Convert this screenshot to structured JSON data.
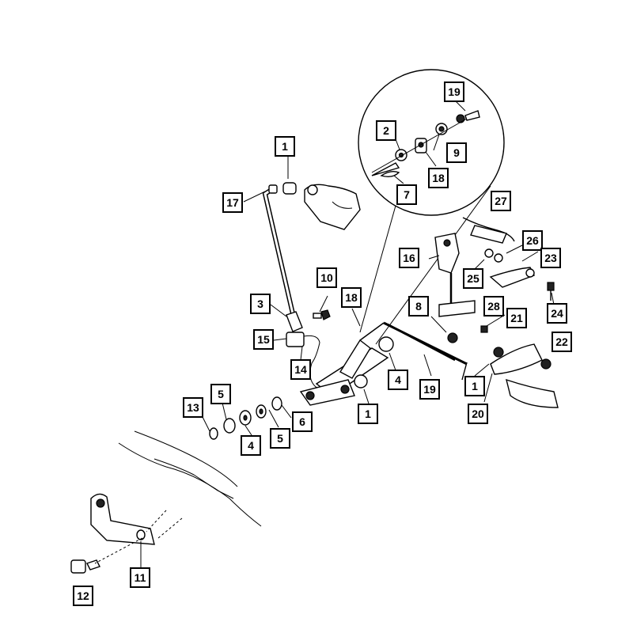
{
  "callouts": [
    {
      "id": "c1a",
      "text": "1"
    },
    {
      "id": "c17",
      "text": "17"
    },
    {
      "id": "c3",
      "text": "3"
    },
    {
      "id": "c10",
      "text": "10"
    },
    {
      "id": "c18a",
      "text": "18"
    },
    {
      "id": "c15",
      "text": "15"
    },
    {
      "id": "c14",
      "text": "14"
    },
    {
      "id": "c5a",
      "text": "5"
    },
    {
      "id": "c13",
      "text": "13"
    },
    {
      "id": "c4a",
      "text": "4"
    },
    {
      "id": "c5b",
      "text": "5"
    },
    {
      "id": "c6",
      "text": "6"
    },
    {
      "id": "c1b",
      "text": "1"
    },
    {
      "id": "c4b",
      "text": "4"
    },
    {
      "id": "c19a",
      "text": "19"
    },
    {
      "id": "c8",
      "text": "8"
    },
    {
      "id": "c1c",
      "text": "1"
    },
    {
      "id": "c20",
      "text": "20"
    },
    {
      "id": "c16",
      "text": "16"
    },
    {
      "id": "c25",
      "text": "25"
    },
    {
      "id": "c26",
      "text": "26"
    },
    {
      "id": "c23",
      "text": "23"
    },
    {
      "id": "c27",
      "text": "27"
    },
    {
      "id": "c28",
      "text": "28"
    },
    {
      "id": "c21",
      "text": "21"
    },
    {
      "id": "c24",
      "text": "24"
    },
    {
      "id": "c22",
      "text": "22"
    },
    {
      "id": "c19b",
      "text": "19"
    },
    {
      "id": "c2",
      "text": "2"
    },
    {
      "id": "c9",
      "text": "9"
    },
    {
      "id": "c18b",
      "text": "18"
    },
    {
      "id": "c7",
      "text": "7"
    },
    {
      "id": "c11",
      "text": "11"
    },
    {
      "id": "c12",
      "text": "12"
    }
  ]
}
